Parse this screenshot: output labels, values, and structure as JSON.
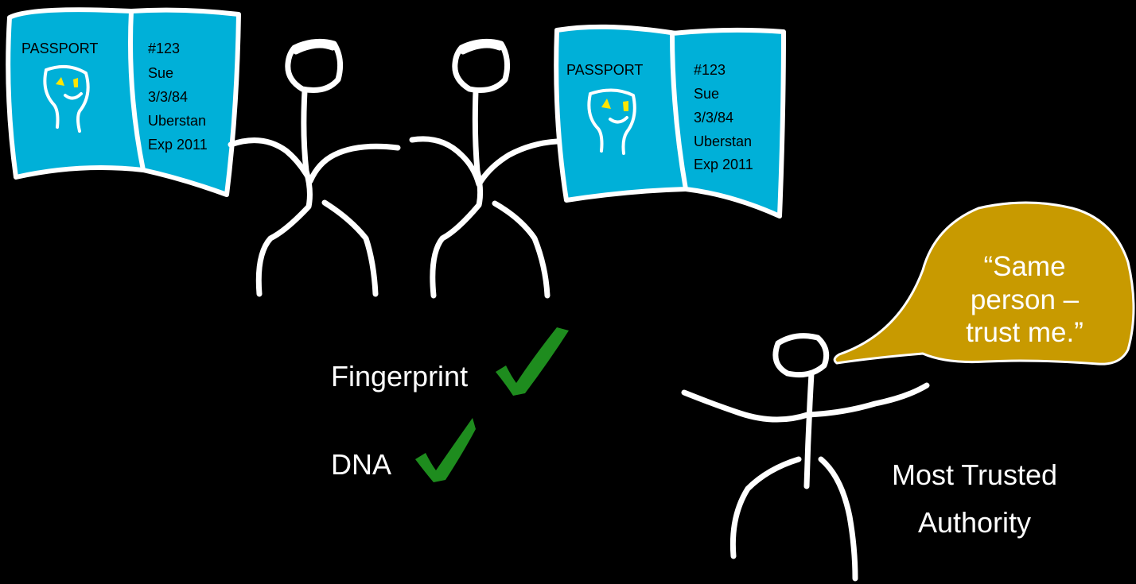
{
  "passports": [
    {
      "cover_label": "PASSPORT",
      "number": "#123",
      "name": "Sue",
      "dob": "3/3/84",
      "country": "Uberstan",
      "expiry": "Exp 2011"
    },
    {
      "cover_label": "PASSPORT",
      "number": "#123",
      "name": "Sue",
      "dob": "3/3/84",
      "country": "Uberstan",
      "expiry": "Exp 2011"
    }
  ],
  "checks": [
    {
      "label": "Fingerprint",
      "status": "checkmark-icon"
    },
    {
      "label": "DNA",
      "status": "checkmark-icon"
    }
  ],
  "speech_bubble": {
    "lines": [
      "“Same",
      "person –",
      "trust me.”"
    ]
  },
  "authority": {
    "lines": [
      "Most Trusted",
      "Authority"
    ]
  },
  "colors": {
    "background": "#000000",
    "passport": "#00B0D8",
    "bubble": "#C89A00",
    "check": "#1E8C1E",
    "eyes": "#FFE600"
  }
}
